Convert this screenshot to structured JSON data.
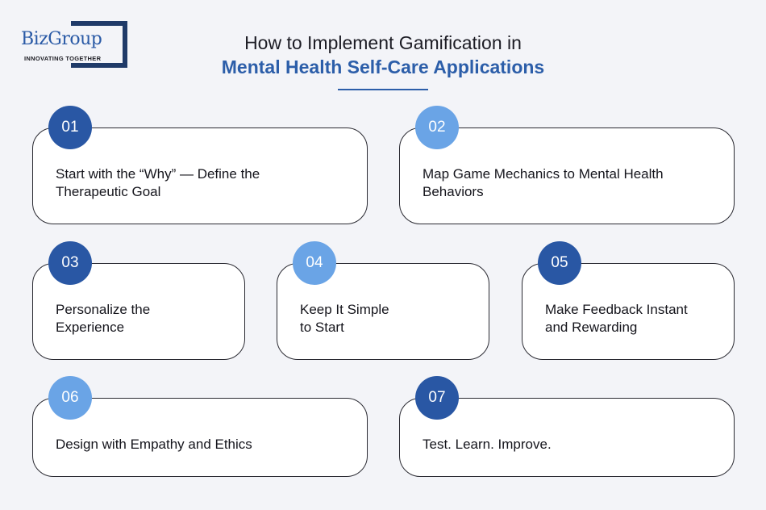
{
  "logo": {
    "brand": "BizGroup",
    "tagline": "INNOVATING TOGETHER"
  },
  "title": {
    "line1": "How to Implement Gamification in",
    "line2": "Mental Health Self-Care Applications"
  },
  "colors": {
    "accent_dark": "#2957a4",
    "accent_light": "#6aa4e6",
    "title_highlight": "#2c5ea9",
    "background": "#f3f4f8"
  },
  "steps": [
    {
      "number": "01",
      "lines": [
        "Start with the “Why” — Define the",
        "Therapeutic Goal"
      ]
    },
    {
      "number": "02",
      "lines": [
        "Map Game Mechanics to Mental Health",
        "Behaviors"
      ]
    },
    {
      "number": "03",
      "lines": [
        "Personalize the",
        "Experience"
      ]
    },
    {
      "number": "04",
      "lines": [
        "Keep It Simple",
        "to Start"
      ]
    },
    {
      "number": "05",
      "lines": [
        "Make Feedback Instant",
        "and Rewarding"
      ]
    },
    {
      "number": "06",
      "lines": [
        "Design with Empathy and Ethics"
      ]
    },
    {
      "number": "07",
      "lines": [
        "Test. Learn. Improve."
      ]
    }
  ]
}
